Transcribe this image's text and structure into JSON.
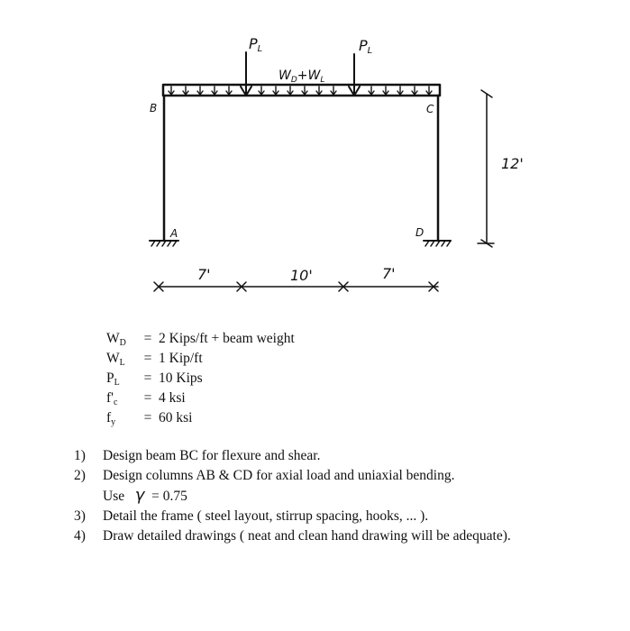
{
  "sketch": {
    "load_p1": "P",
    "load_p1_sub": "L",
    "load_p2": "P",
    "load_p2_sub": "L",
    "distributed_load": "W",
    "distributed_load_d_sub": "D",
    "distributed_plus": "+W",
    "distributed_load_l_sub": "L",
    "label_a": "A",
    "label_b": "B",
    "label_c": "C",
    "label_d": "D",
    "height_dim": "12'",
    "dim_1": "7'",
    "dim_2": "10'",
    "dim_3": "7'"
  },
  "given": [
    {
      "sym": "W",
      "sub": "D",
      "eq": "=",
      "val": "2  Kips/ft  +  beam weight"
    },
    {
      "sym": "W",
      "sub": "L",
      "eq": "=",
      "val": "1  Kip/ft"
    },
    {
      "sym": "P",
      "sub": "L",
      "eq": "=",
      "val": "10  Kips"
    },
    {
      "sym": "f'",
      "sub": "c",
      "eq": "=",
      "val": "4  ksi"
    },
    {
      "sym": "f",
      "sub": "y",
      "eq": "=",
      "val": "60  ksi"
    }
  ],
  "tasks": [
    {
      "num": "1)",
      "text": "Design beam  BC  for flexure and shear."
    },
    {
      "num": "2)",
      "text": "Design columns  AB & CD  for axial load and uniaxial bending."
    },
    {
      "num": "3)",
      "text": "Detail the frame ( steel layout, stirrup spacing, hooks, ... )."
    },
    {
      "num": "4)",
      "text": "Draw detailed drawings ( neat and clean hand drawing will be adequate)."
    }
  ],
  "use_line": {
    "prefix": "Use",
    "symbol": "γ",
    "rest": "=  0.75"
  }
}
